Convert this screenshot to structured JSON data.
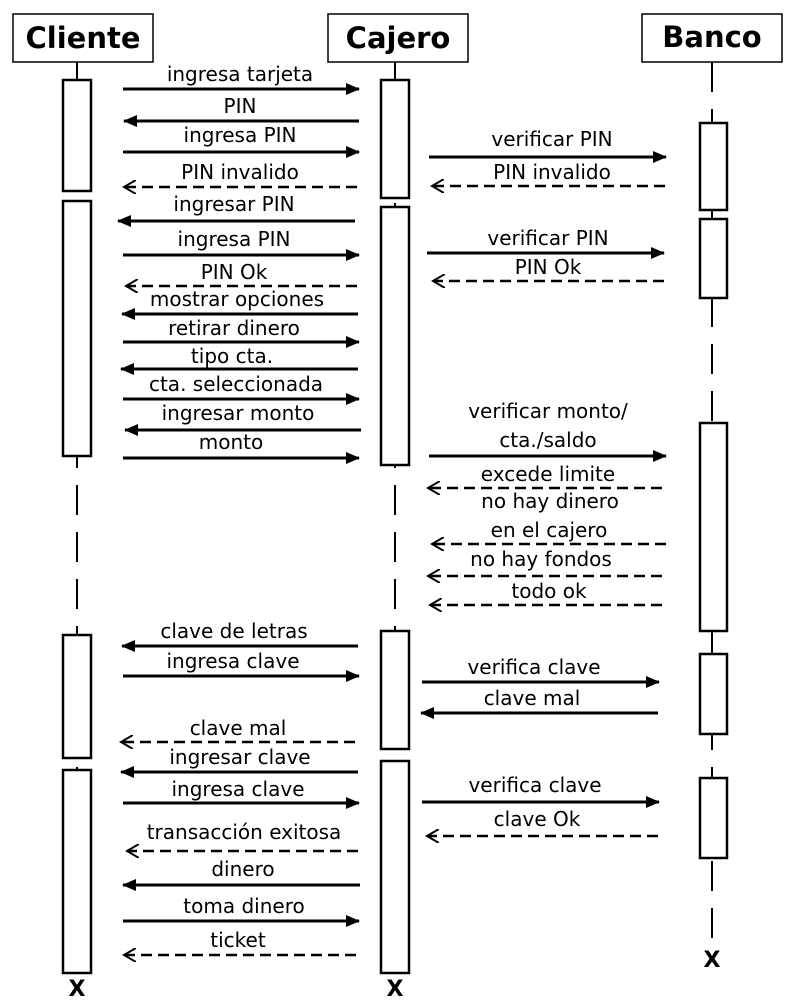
{
  "actors": {
    "cliente": "Cliente",
    "cajero": "Cajero",
    "banco": "Banco"
  },
  "messages": [
    "ingresa tarjeta",
    "PIN",
    "ingresa PIN",
    "PIN invalido",
    "verificar PIN",
    "PIN invalido",
    "ingresar PIN",
    "ingresa PIN",
    "PIN Ok",
    "verificar PIN",
    "PIN Ok",
    "mostrar opciones",
    "retirar dinero",
    "tipo cta.",
    "cta. seleccionada",
    "ingresar monto",
    "monto",
    "verificar monto/",
    "cta./saldo",
    "excede limite",
    "no hay dinero",
    "en el cajero",
    "no hay fondos",
    "todo ok",
    "clave de letras",
    "ingresa clave",
    "verifica clave",
    "clave mal",
    "clave mal",
    "ingresar clave",
    "ingresa clave",
    "verifica clave",
    "clave Ok",
    "transacción exitosa",
    "dinero",
    "toma dinero",
    "ticket"
  ],
  "termination_marker": "X"
}
